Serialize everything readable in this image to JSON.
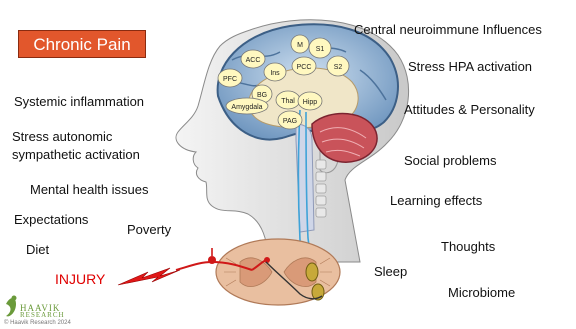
{
  "title": "Chronic Pain",
  "influences": {
    "left": {
      "systemic_inflammation": "Systemic inflammation",
      "stress_autonomic_1": "Stress autonomic",
      "stress_autonomic_2": "sympathetic activation",
      "mental_health": "Mental health issues",
      "expectations": "Expectations",
      "poverty": "Poverty",
      "diet": "Diet"
    },
    "right": {
      "central_neuroimmune": "Central neuroimmune Influences",
      "stress_hpa": "Stress HPA activation",
      "attitudes": "Attitudes & Personality",
      "social": "Social problems",
      "learning": "Learning effects",
      "thoughts": "Thoughts",
      "sleep": "Sleep",
      "microbiome": "Microbiome"
    }
  },
  "injury_label": "INJURY",
  "brain_regions": {
    "m": "M",
    "s1": "S1",
    "s2": "S2",
    "pcc": "PCC",
    "acc": "ACC",
    "ins": "Ins",
    "pfc": "PFC",
    "bg": "BG",
    "amygdala": "Amygdala",
    "thal": "Thal",
    "hipp": "Hipp",
    "pag": "PAG"
  },
  "logo": {
    "name": "HAAVIK",
    "sub": "RESEARCH"
  },
  "copyright": "© Haavik Research 2024",
  "colors": {
    "title_bg": "#e2572c",
    "injury": "#e00000",
    "cortex": "#7fa6cc",
    "region_fill": "#fff8c0",
    "cerebellum": "#c9535a",
    "pathway": "#3fa3d8",
    "spinal_cord": "#e9bfa0",
    "logo": "#6a9a3a"
  }
}
